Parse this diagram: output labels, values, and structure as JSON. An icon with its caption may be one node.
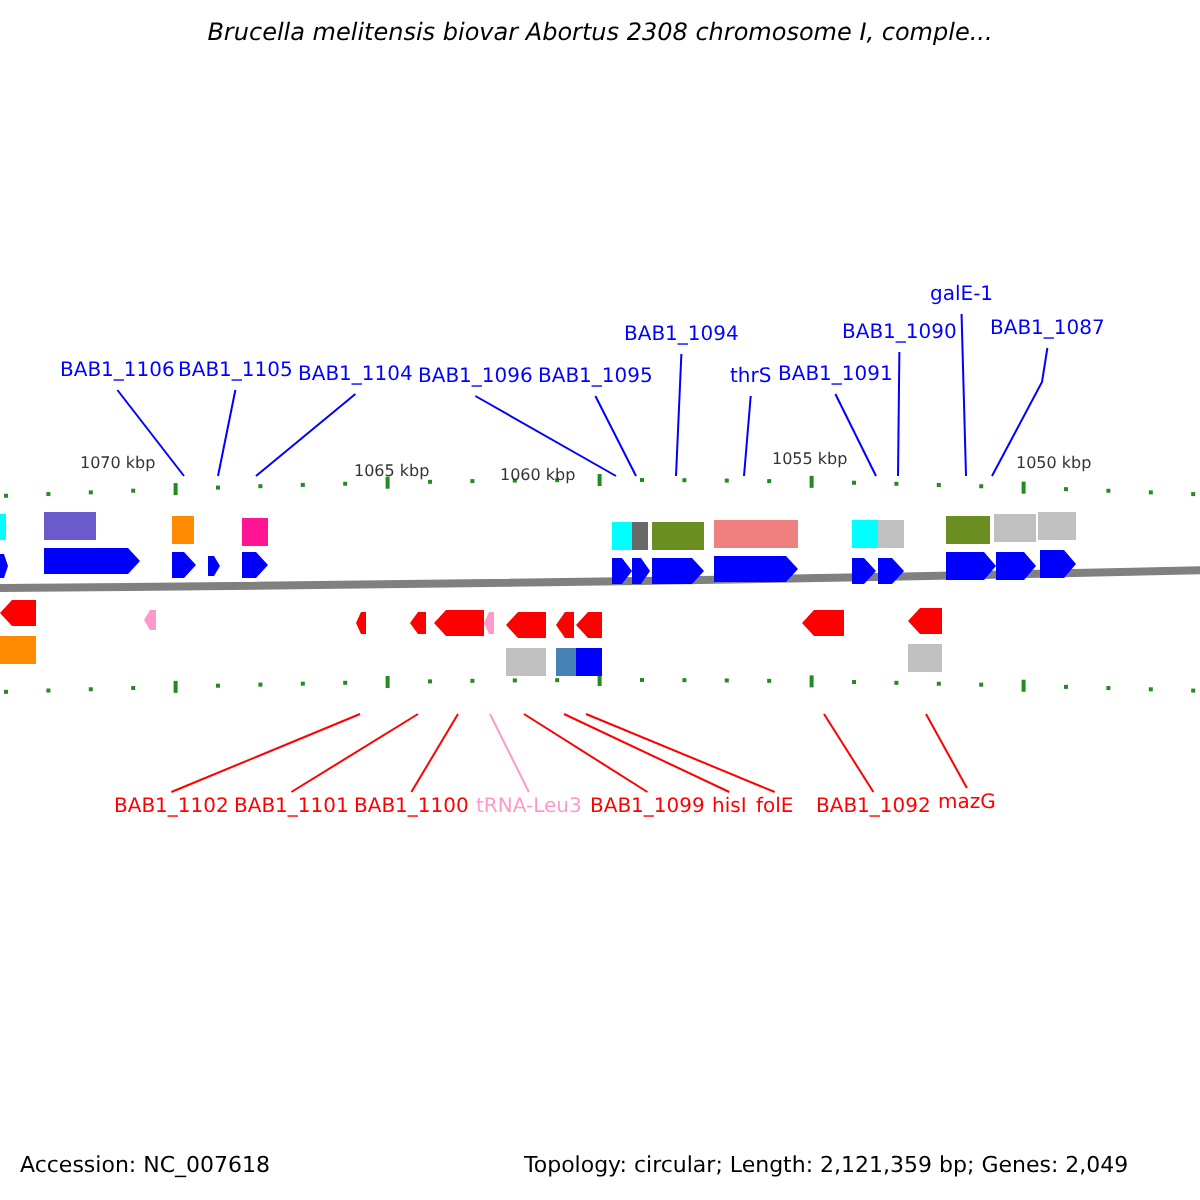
{
  "diagram": {
    "title": "Brucella melitensis biovar Abortus 2308 chromosome I, comple...",
    "nodes": [
      {
        "text": [
          "BAB1_1106"
        ]
      },
      {
        "text": [
          "BAB1_1105"
        ]
      },
      {
        "text": [
          "BAB1_1104"
        ]
      },
      {
        "text": [
          "BAB1_1096"
        ]
      },
      {
        "text": [
          "BAB1_1095"
        ]
      },
      {
        "text": [
          "BAB1_1094"
        ]
      },
      {
        "text": [
          "thrS"
        ]
      },
      {
        "text": [
          "BAB1_1091"
        ]
      },
      {
        "text": [
          "BAB1_1090"
        ]
      },
      {
        "text": [
          "galE-1"
        ]
      },
      {
        "text": [
          "BAB1_1087"
        ]
      },
      {
        "text": [
          "BAB1_1102"
        ]
      },
      {
        "text": [
          "BAB1_1101"
        ]
      },
      {
        "text": [
          "BAB1_1100"
        ]
      },
      {
        "text": [
          "tRNA-Leu3"
        ]
      },
      {
        "text": [
          "BAB1_1099"
        ]
      },
      {
        "text": [
          "hisI"
        ]
      },
      {
        "text": [
          "folE"
        ]
      },
      {
        "text": [
          "BAB1_1092"
        ]
      },
      {
        "text": [
          "mazG"
        ]
      }
    ],
    "edges": [
      {
        "from": 0,
        "to": null,
        "arrow": "none"
      },
      {
        "from": 1,
        "to": null,
        "arrow": "none"
      },
      {
        "from": 2,
        "to": null,
        "arrow": "none"
      },
      {
        "from": 3,
        "to": null,
        "arrow": "none"
      },
      {
        "from": 4,
        "to": null,
        "arrow": "none"
      },
      {
        "from": 5,
        "to": null,
        "arrow": "none"
      },
      {
        "from": 6,
        "to": null,
        "arrow": "none"
      },
      {
        "from": 7,
        "to": null,
        "arrow": "none"
      },
      {
        "from": 8,
        "to": null,
        "arrow": "none"
      },
      {
        "from": 9,
        "to": null,
        "arrow": "none"
      },
      {
        "from": 10,
        "to": null,
        "arrow": "none"
      },
      {
        "from": 11,
        "to": null,
        "arrow": "none",
        "color": "#ff0000"
      },
      {
        "from": 12,
        "to": null,
        "arrow": "none",
        "color": "#ff0000"
      },
      {
        "from": 13,
        "to": null,
        "arrow": "none",
        "color": "#ff0000"
      },
      {
        "from": 14,
        "to": null,
        "arrow": "none",
        "color": "#ff99cc"
      },
      {
        "from": 15,
        "to": null,
        "arrow": "none",
        "color": "#ff0000"
      },
      {
        "from": 16,
        "to": null,
        "arrow": "none",
        "color": "#ff0000"
      },
      {
        "from": 17,
        "to": null,
        "arrow": "none",
        "color": "#ff0000"
      },
      {
        "from": 18,
        "to": null,
        "arrow": "none",
        "color": "#ff0000"
      },
      {
        "from": 19,
        "to": null,
        "arrow": "none",
        "color": "#ff0000"
      }
    ],
    "labels": [
      "1070 kbp",
      "1065 kbp",
      "1060 kbp",
      "1055 kbp",
      "1050 kbp",
      "Accession: NC_007618",
      "Topology: circular; Length: 2,121,359 bp; Genes: 2,049"
    ]
  }
}
